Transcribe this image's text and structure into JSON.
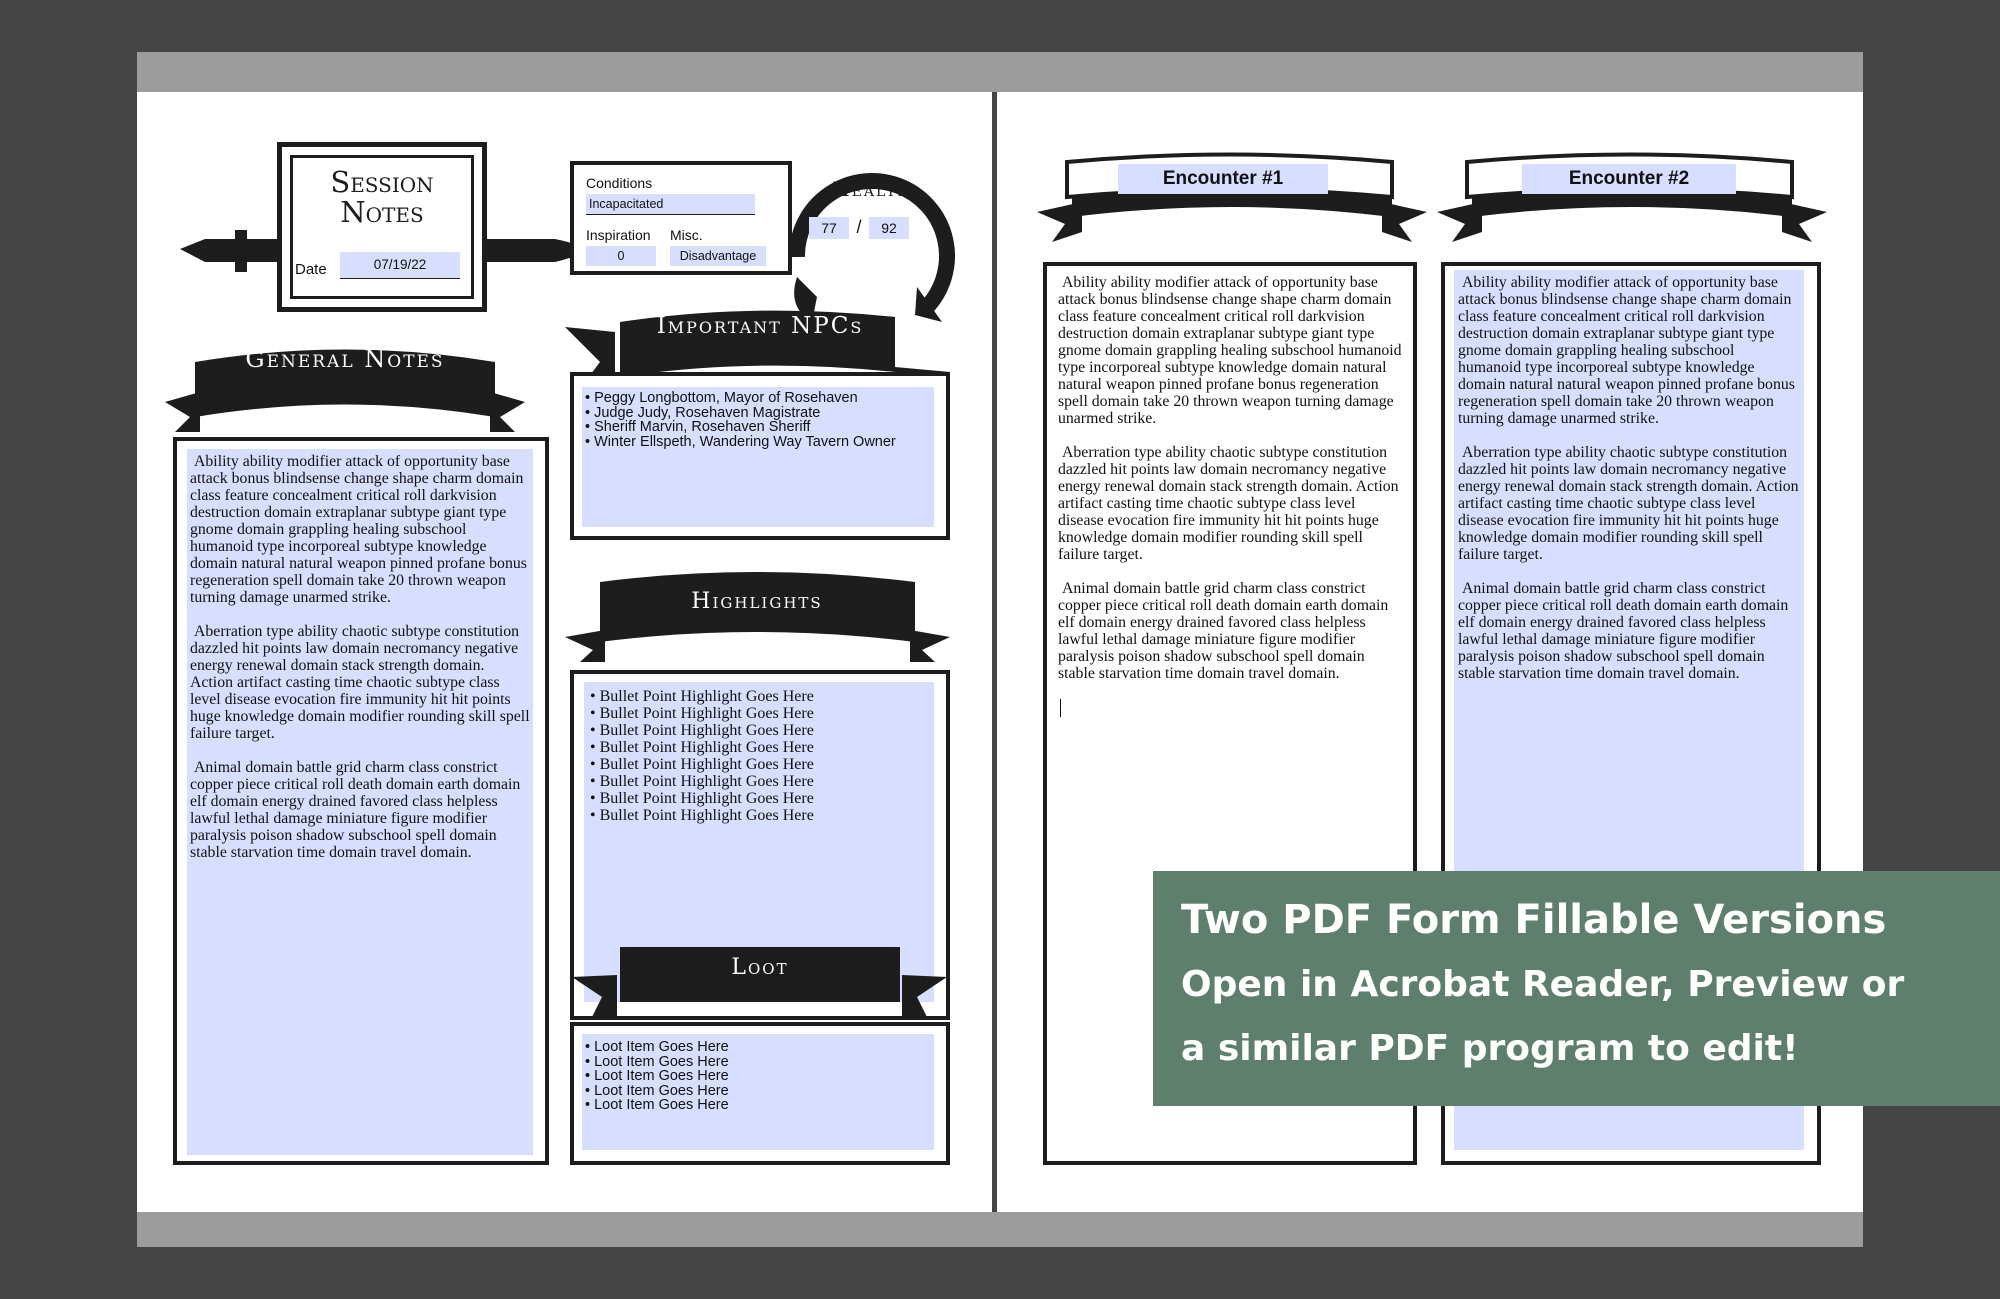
{
  "session": {
    "title_line1": "Session",
    "title_line2": "Notes",
    "date_label": "Date",
    "date_value": "07/19/22"
  },
  "conditions": {
    "label": "Conditions",
    "value": "Incapacitated"
  },
  "inspiration": {
    "label": "Inspiration",
    "value": "0"
  },
  "misc": {
    "label": "Misc.",
    "value": "Disadvantage"
  },
  "health": {
    "title": "Health",
    "current": "77",
    "separator": "/",
    "max": "92"
  },
  "general_notes": {
    "title": "General Notes",
    "paragraphs": [
      "Ability ability modifier attack of opportunity base attack bonus blindsense change shape charm domain class feature concealment critical roll darkvision destruction domain extraplanar subtype giant type gnome domain grappling healing subschool humanoid type incorporeal subtype knowledge domain natural natural weapon pinned profane bonus regeneration spell domain take 20 thrown weapon turning damage unarmed strike.",
      "Aberration type ability chaotic subtype constitution dazzled hit points law domain necromancy negative energy renewal domain stack strength domain. Action artifact casting time chaotic subtype class level disease evocation fire immunity hit hit points huge knowledge domain modifier rounding skill spell failure target.",
      "Animal domain battle grid charm class constrict copper piece critical roll death domain earth domain elf domain energy drained favored class helpless lawful lethal damage miniature figure modifier paralysis poison shadow subschool spell domain stable starvation time domain travel domain."
    ]
  },
  "npcs": {
    "title": "Important NPCs",
    "items": [
      "• Peggy Longbottom, Mayor of Rosehaven",
      "• Judge Judy, Rosehaven Magistrate",
      "• Sheriff Marvin, Rosehaven Sheriff",
      "• Winter Ellspeth, Wandering Way Tavern Owner"
    ]
  },
  "highlights": {
    "title": "Highlights",
    "items": [
      "• Bullet Point Highlight Goes Here",
      "• Bullet Point Highlight Goes Here",
      "• Bullet Point Highlight Goes Here",
      "• Bullet Point Highlight Goes Here",
      "• Bullet Point Highlight Goes Here",
      "• Bullet Point Highlight Goes Here",
      "• Bullet Point Highlight Goes Here",
      "• Bullet Point Highlight Goes Here"
    ]
  },
  "loot": {
    "title": "Loot",
    "items": [
      "• Loot Item Goes Here",
      "• Loot Item Goes Here",
      "• Loot Item Goes Here",
      "• Loot Item Goes Here",
      "• Loot Item Goes Here"
    ]
  },
  "encounter1": {
    "title": "Encounter #1",
    "paragraphs": [
      "Ability ability modifier attack of opportunity base attack bonus blindsense change shape charm domain class feature concealment critical roll darkvision destruction domain extraplanar subtype giant type gnome domain grappling healing subschool humanoid type incorporeal subtype knowledge domain natural natural weapon pinned profane bonus regeneration spell domain take 20 thrown weapon turning damage unarmed strike.",
      "Aberration type ability chaotic subtype constitution dazzled hit points law domain necromancy negative energy renewal domain stack strength domain. Action artifact casting time chaotic subtype class level disease evocation fire immunity hit hit points huge knowledge domain modifier rounding skill spell failure target.",
      "Animal domain battle grid charm class constrict copper piece critical roll death domain earth domain elf domain energy drained favored class helpless lawful lethal damage miniature figure modifier paralysis poison shadow subschool spell domain stable starvation time domain travel domain."
    ]
  },
  "encounter2": {
    "title": "Encounter #2",
    "paragraphs": [
      "Ability ability modifier attack of opportunity base attack bonus blindsense change shape charm domain class feature concealment critical roll darkvision destruction domain extraplanar subtype giant type gnome domain grappling healing subschool humanoid type incorporeal subtype knowledge domain natural natural weapon pinned profane bonus regeneration spell domain take 20 thrown weapon turning damage unarmed strike.",
      "Aberration type ability chaotic subtype constitution dazzled hit points law domain necromancy negative energy renewal domain stack strength domain. Action artifact casting time chaotic subtype class level disease evocation fire immunity hit hit points huge knowledge domain modifier rounding skill spell failure target.",
      "Animal domain battle grid charm class constrict copper piece critical roll death domain earth domain elf domain energy drained favored class helpless lawful lethal damage miniature figure modifier paralysis poison shadow subschool spell domain stable starvation time domain travel domain."
    ]
  },
  "promo": {
    "line1": "Two PDF Form Fillable Versions",
    "line2": "Open in Acrobat Reader, Preview or",
    "line3": "a similar PDF program to edit!"
  },
  "colors": {
    "field": "#d8deff",
    "ink": "#1d1d1d",
    "promo": "#5e7f6d",
    "background": "#454546"
  }
}
